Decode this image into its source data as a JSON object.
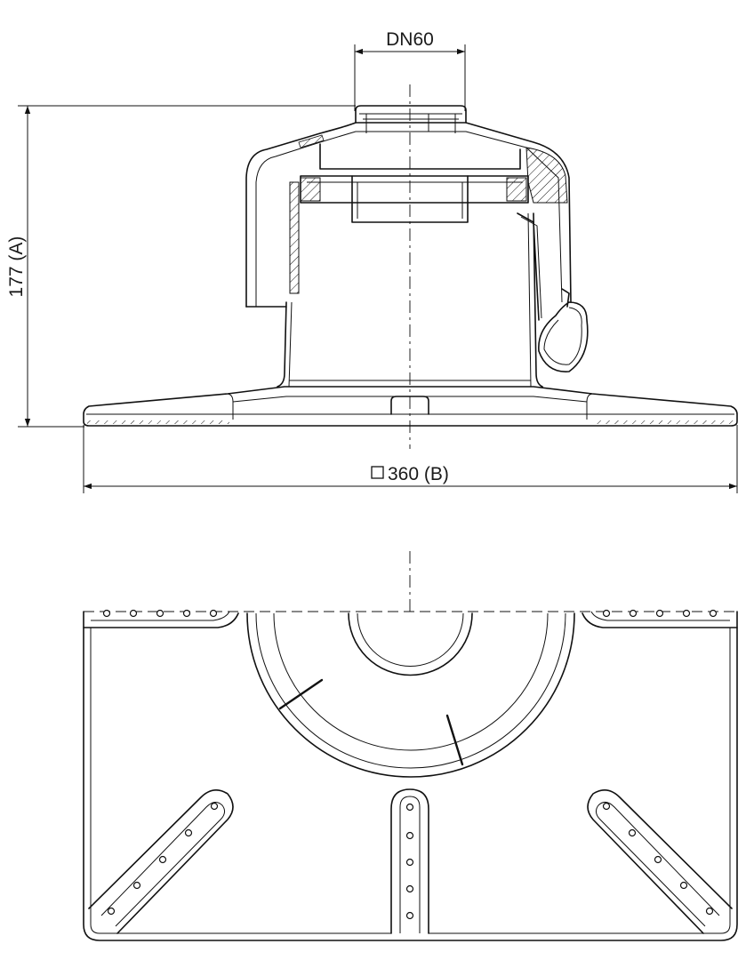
{
  "dimensions": {
    "pipe_diameter": "DN60",
    "height": "177 (A)",
    "width_symbol": "□",
    "width": "360 (B)"
  },
  "views": [
    "section-elevation",
    "plan"
  ],
  "colors": {
    "line": "#111111",
    "background": "#ffffff"
  }
}
